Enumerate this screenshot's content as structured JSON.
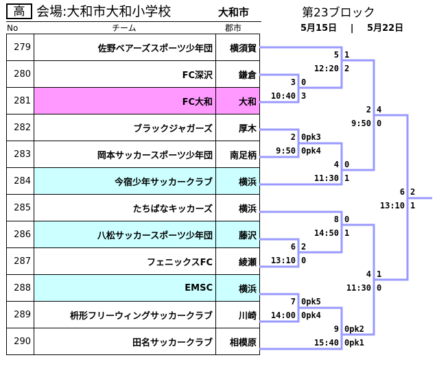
{
  "header": {
    "grade": "高",
    "venue": "会場:大和市大和小学校",
    "city": "大和市",
    "block": "第23ブロック",
    "date1": "5月15日",
    "separator": "|",
    "date2": "5月22日",
    "col_no": "No",
    "col_team": "チーム",
    "col_city": "郡市"
  },
  "colors": {
    "pink": "#ff99ff",
    "cyan": "#ccffff",
    "bracket": "#9999ff"
  },
  "teams": [
    {
      "no": "279",
      "name": "佐野ベアーズスポーツ少年団",
      "city": "横須賀",
      "hl": ""
    },
    {
      "no": "280",
      "name": "FC深沢",
      "city": "鎌倉",
      "hl": ""
    },
    {
      "no": "281",
      "name": "FC大和",
      "city": "大和",
      "hl": "pink"
    },
    {
      "no": "282",
      "name": "ブラックジャガーズ",
      "city": "厚木",
      "hl": ""
    },
    {
      "no": "283",
      "name": "岡本サッカースポーツ少年団",
      "city": "南足柄",
      "hl": ""
    },
    {
      "no": "284",
      "name": "今宿少年サッカークラブ",
      "city": "横浜",
      "hl": "cyan"
    },
    {
      "no": "285",
      "name": "たちばなキッカーズ",
      "city": "横浜",
      "hl": ""
    },
    {
      "no": "286",
      "name": "八松サッカースポーツ少年団",
      "city": "藤沢",
      "hl": "cyan"
    },
    {
      "no": "287",
      "name": "フェニックスFC",
      "city": "綾瀬",
      "hl": ""
    },
    {
      "no": "288",
      "name": "EMSC",
      "city": "横浜",
      "hl": "cyan"
    },
    {
      "no": "289",
      "name": "枡形フリーウィングサッカークラブ",
      "city": "川崎",
      "hl": ""
    },
    {
      "no": "290",
      "name": "田名サッカークラブ",
      "city": "相模原",
      "hl": ""
    }
  ],
  "matches": [
    {
      "game": "3",
      "time": "10:40",
      "score_top": "0",
      "score_bottom": "3"
    },
    {
      "game": "5",
      "time": "12:20",
      "score_top": "1",
      "score_bottom": "2"
    },
    {
      "game": "2",
      "time": "9:50",
      "score_top": "0pk3",
      "score_bottom": "0pk4"
    },
    {
      "game": "4",
      "time": "11:30",
      "score_top": "0",
      "score_bottom": "1"
    },
    {
      "game": "2",
      "time": "9:50",
      "score_top": "4",
      "score_bottom": "0"
    },
    {
      "game": "8",
      "time": "14:50",
      "score_top": "0",
      "score_bottom": "1"
    },
    {
      "game": "6",
      "time": "13:10",
      "score_top": "2",
      "score_bottom": "0"
    },
    {
      "game": "7",
      "time": "14:00",
      "score_top": "0pk5",
      "score_bottom": "0pk4"
    },
    {
      "game": "9",
      "time": "15:40",
      "score_top": "0pk2",
      "score_bottom": "0pk1"
    },
    {
      "game": "4",
      "time": "11:30",
      "score_top": "1",
      "score_bottom": "0"
    },
    {
      "game": "6",
      "time": "13:10",
      "score_top": "2",
      "score_bottom": "1"
    }
  ]
}
